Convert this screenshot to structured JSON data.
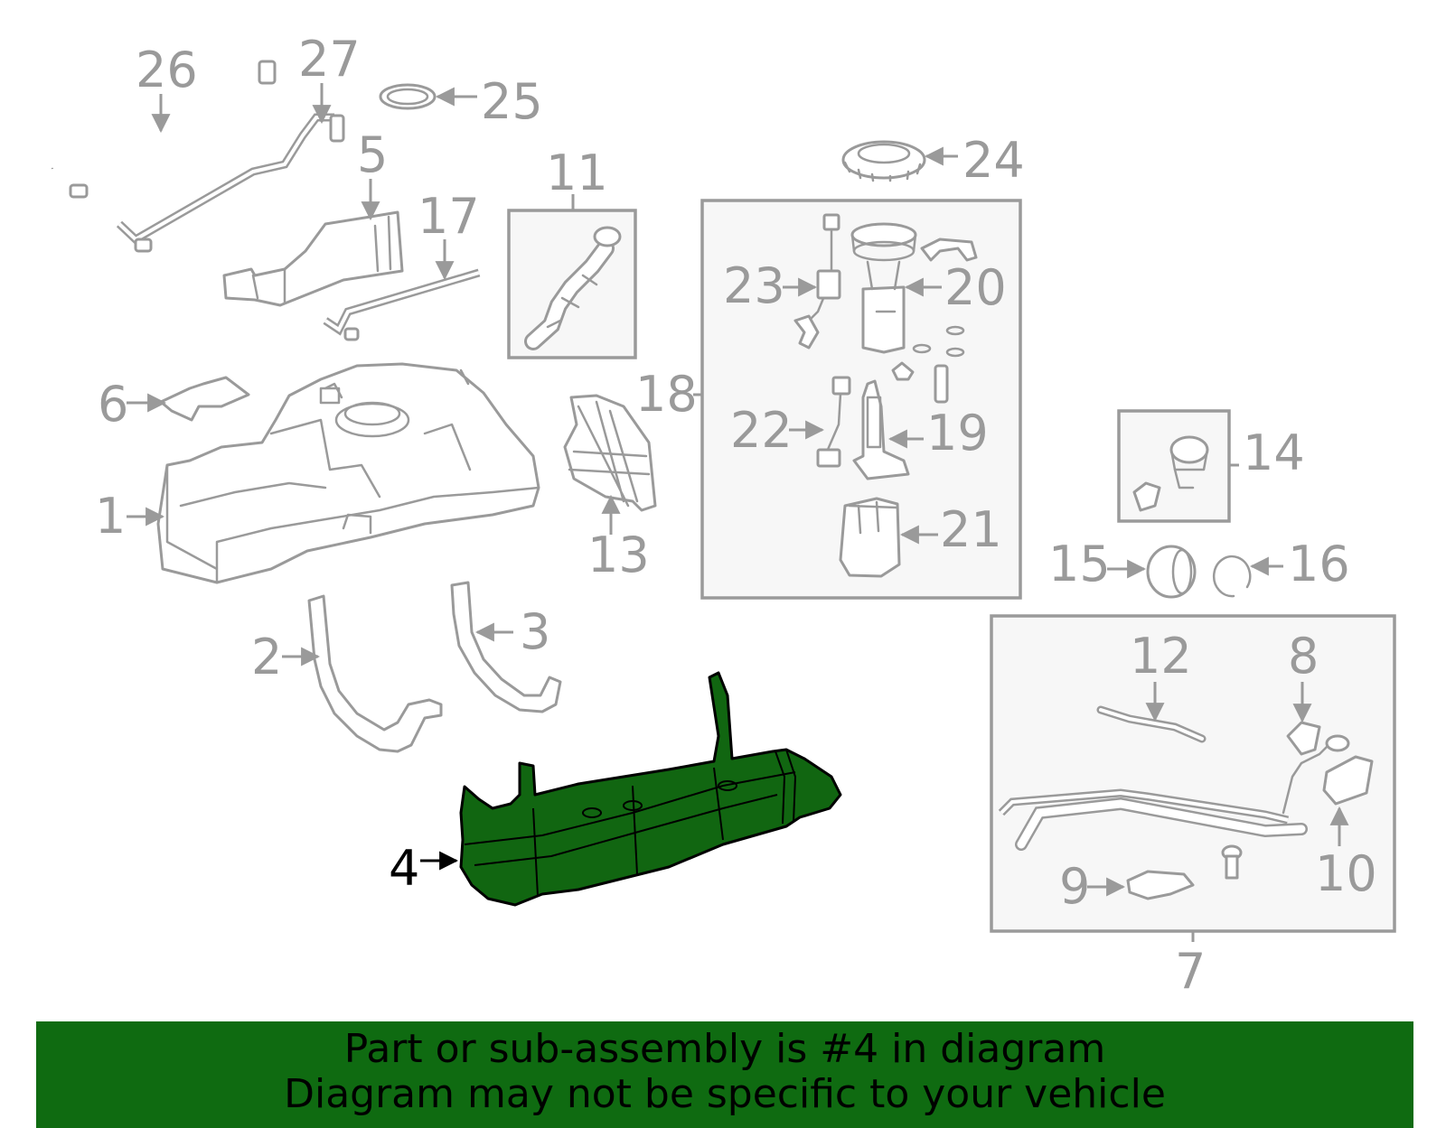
{
  "diagram": {
    "highlight_color": "#116611",
    "label_color": "#9a9a9a",
    "active_part": "4",
    "callouts": [
      "1",
      "2",
      "3",
      "4",
      "5",
      "6",
      "7",
      "8",
      "9",
      "10",
      "11",
      "12",
      "13",
      "14",
      "15",
      "16",
      "17",
      "18",
      "19",
      "20",
      "21",
      "22",
      "23",
      "24",
      "25",
      "26",
      "27"
    ]
  },
  "banner": {
    "color": "#0f6b11",
    "line1": "Part or sub-assembly is #4 in diagram",
    "line2": "Diagram may not be specific to your vehicle"
  }
}
